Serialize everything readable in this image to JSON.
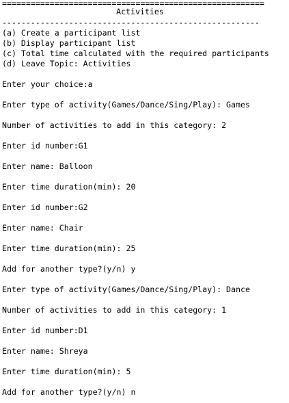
{
  "console": {
    "rule_top": "=======================================================",
    "title": "Activities",
    "rule_mid": "------------------------------------------------------",
    "menu": [
      "(a) Create a participant list",
      "(b) Display participant list",
      "(c) Total time calculated with the required participants",
      "(d) Leave Topic: Activities"
    ],
    "lines": [
      "Enter your choice:a",
      "Enter type of activity(Games/Dance/Sing/Play): Games",
      "Number of activities to add in this category: 2",
      "Enter id number:G1",
      "Enter name: Balloon",
      "Enter time duration(min): 20",
      "Enter id number:G2",
      "Enter name: Chair",
      "Enter time duration(min): 25",
      "Add for another type?(y/n) y",
      "Enter type of activity(Games/Dance/Sing/Play): Dance",
      "Number of activities to add in this category: 1",
      "Enter id number:D1",
      "Enter name: Shreya",
      "Enter time duration(min): 5",
      "Add for another type?(y/n) n"
    ]
  }
}
